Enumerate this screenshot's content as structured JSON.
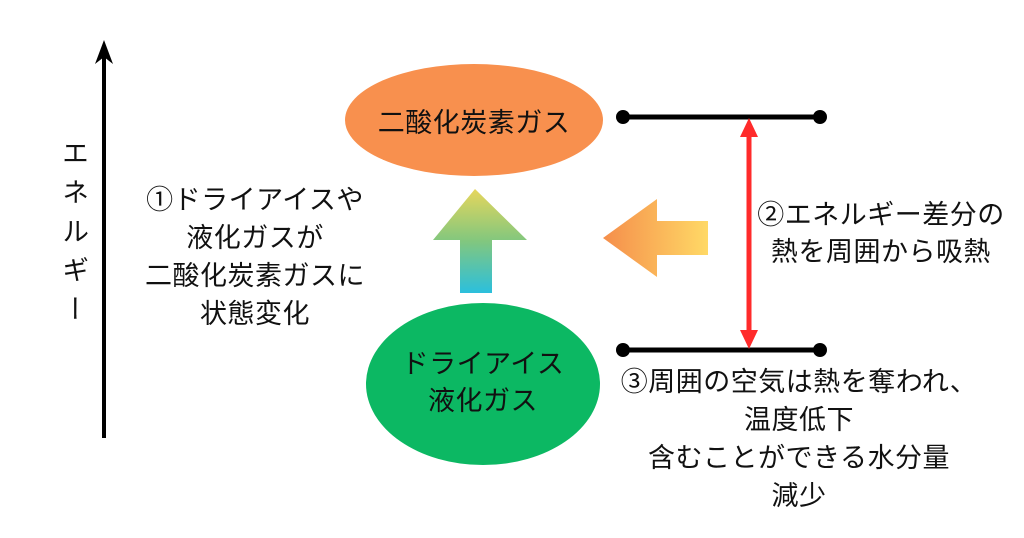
{
  "axis": {
    "label": "エネルギー"
  },
  "nodes": {
    "co2_gas": {
      "label": "二酸化炭素ガス",
      "color": "#F8904E"
    },
    "dry_ice": {
      "lines": [
        "ドライアイス",
        "液化ガス"
      ],
      "color": "#0CB863"
    }
  },
  "steps": {
    "step1": {
      "lines": [
        "①ドライアイスや",
        "液化ガスが",
        "二酸化炭素ガスに",
        "状態変化"
      ]
    },
    "step2": {
      "lines": [
        "②エネルギー差分の",
        "熱を周囲から吸熱"
      ]
    },
    "step3": {
      "lines": [
        "③周囲の空気は熱を奪われ、",
        "温度低下",
        "含むことができる水分量",
        "減少"
      ]
    }
  },
  "colors": {
    "axis": "#000000",
    "level_line": "#000000",
    "energy_gap_arrow": "#FF2B2B",
    "up_arrow_gradient": [
      "#2BBFDD",
      "#82C77E",
      "#E6D65C"
    ],
    "left_arrow_gradient": [
      "#F58E4B",
      "#FFD966"
    ]
  }
}
